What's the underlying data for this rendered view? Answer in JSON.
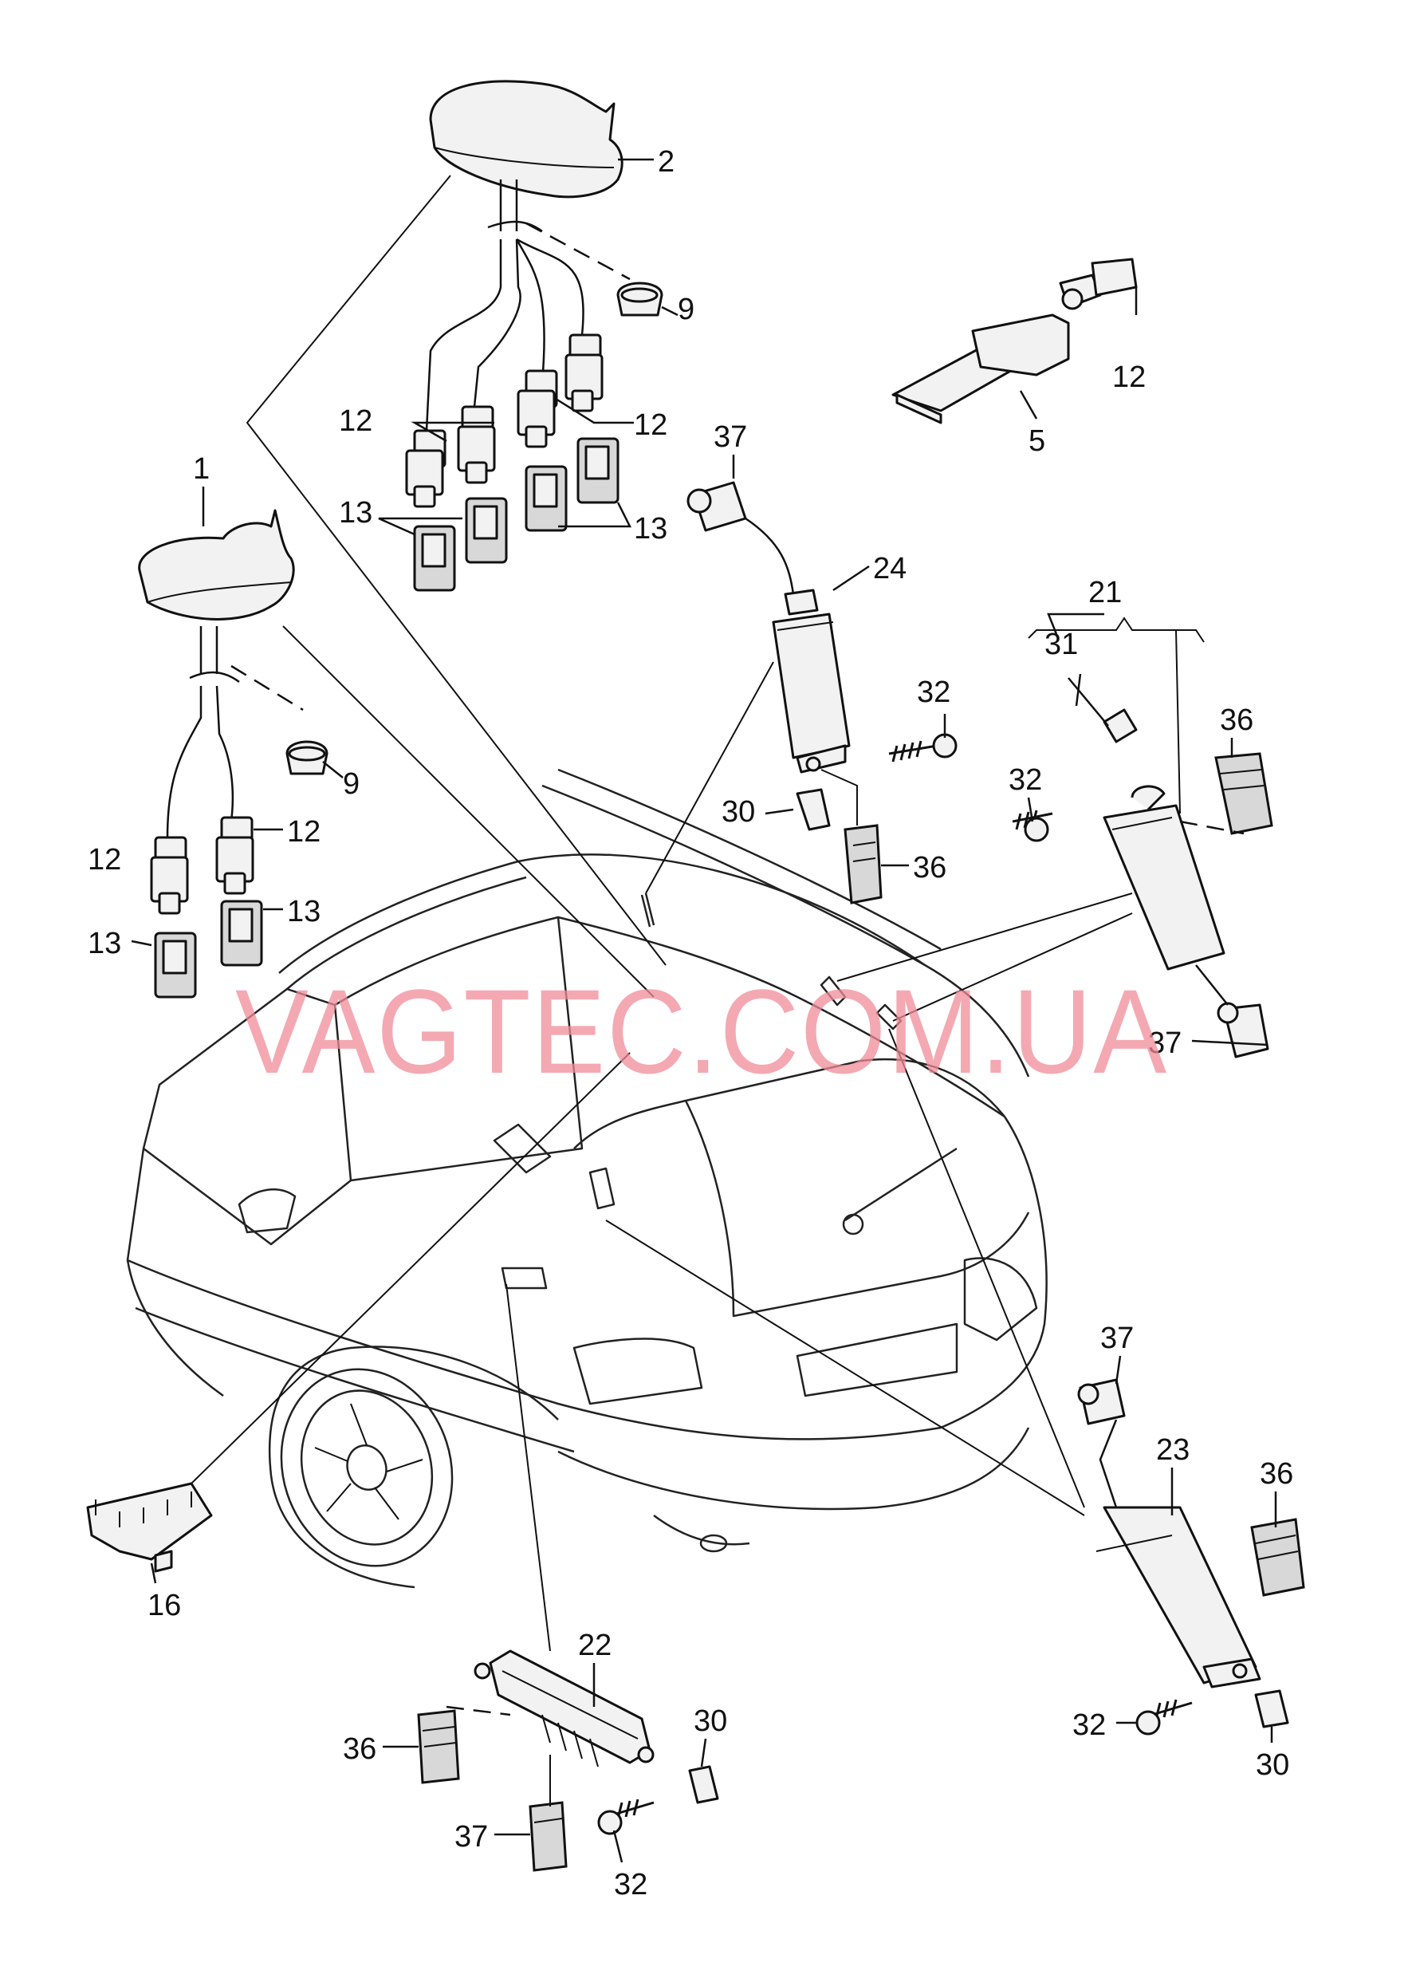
{
  "watermark": "VAGTEC.COM.UA",
  "callouts": [
    "2",
    "9",
    "12",
    "12",
    "12",
    "5",
    "37",
    "1",
    "13",
    "13",
    "24",
    "21",
    "31",
    "32",
    "36",
    "32",
    "30",
    "36",
    "9",
    "12",
    "12",
    "13",
    "13",
    "37",
    "37",
    "23",
    "36",
    "16",
    "22",
    "30",
    "36",
    "32",
    "30",
    "37",
    "32"
  ],
  "colors": {
    "line": "#111111",
    "watermark": "#f08c98"
  }
}
